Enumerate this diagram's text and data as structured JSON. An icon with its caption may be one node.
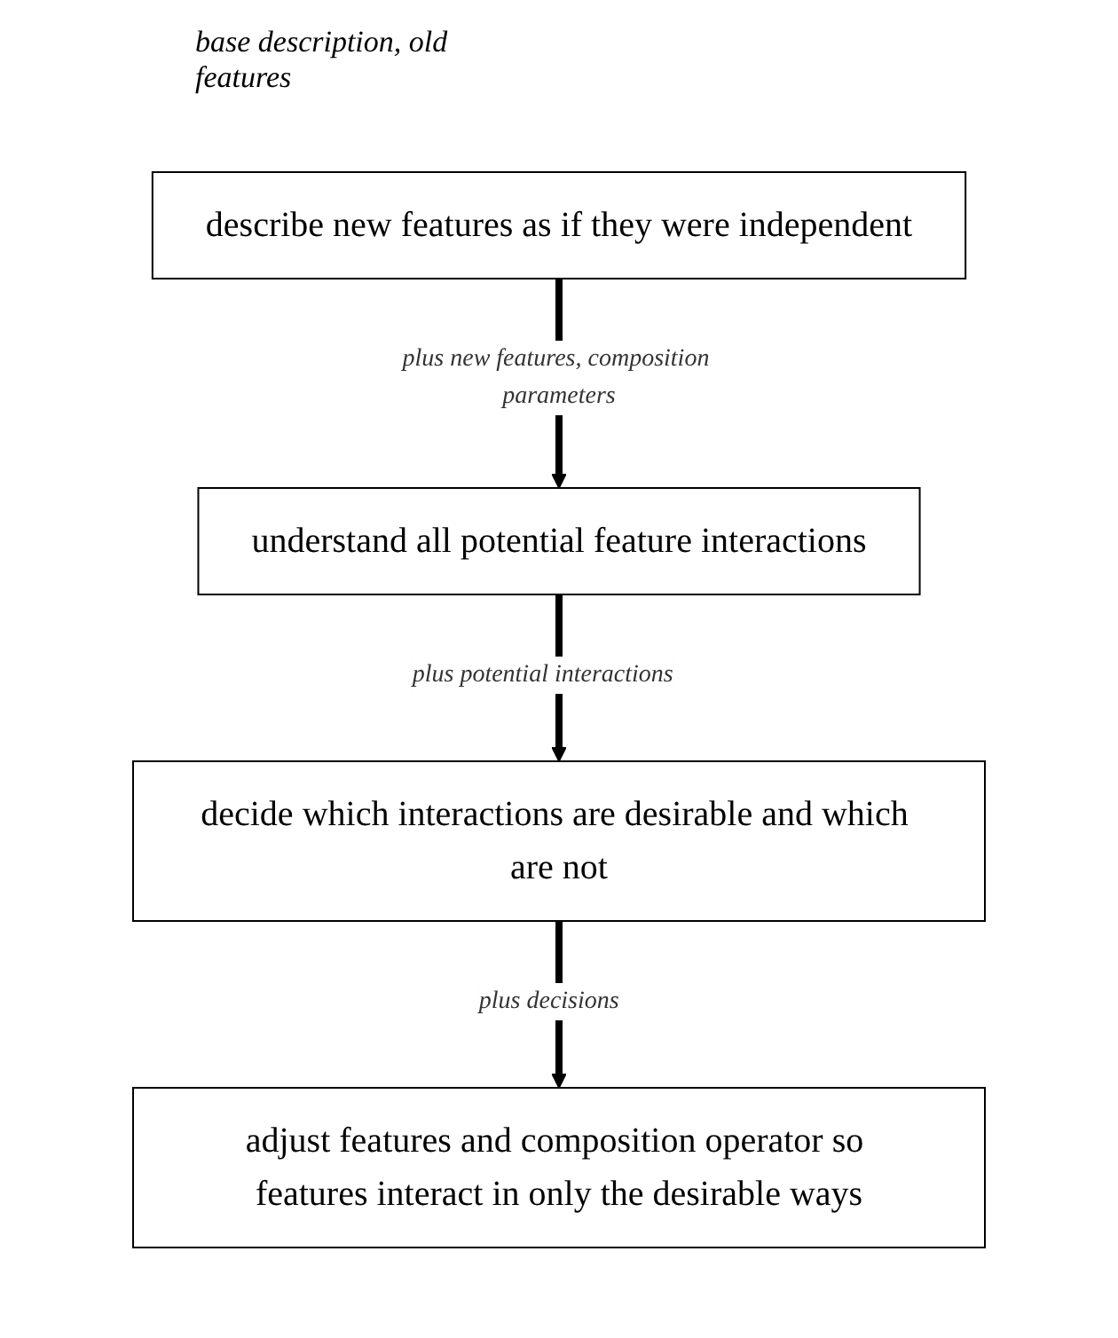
{
  "diagram": {
    "nodes": [
      {
        "text": [
          "describe new features as if they were independent"
        ]
      },
      {
        "text": [
          "understand all potential feature interactions"
        ]
      },
      {
        "text": [
          "decide which interactions are desirable and which are not"
        ]
      },
      {
        "text": [
          "adjust features and composition operator so features interact in only the desirable ways"
        ]
      }
    ],
    "edges": [
      {
        "from": 0,
        "to": 1,
        "arrow": "to",
        "label": "plus new features, composition parameters"
      },
      {
        "from": 1,
        "to": 2,
        "arrow": "to",
        "label": "plus potential interactions"
      },
      {
        "from": 2,
        "to": 3,
        "arrow": "to",
        "label": "plus decisions"
      }
    ],
    "labels": [
      "base description, old features"
    ]
  }
}
